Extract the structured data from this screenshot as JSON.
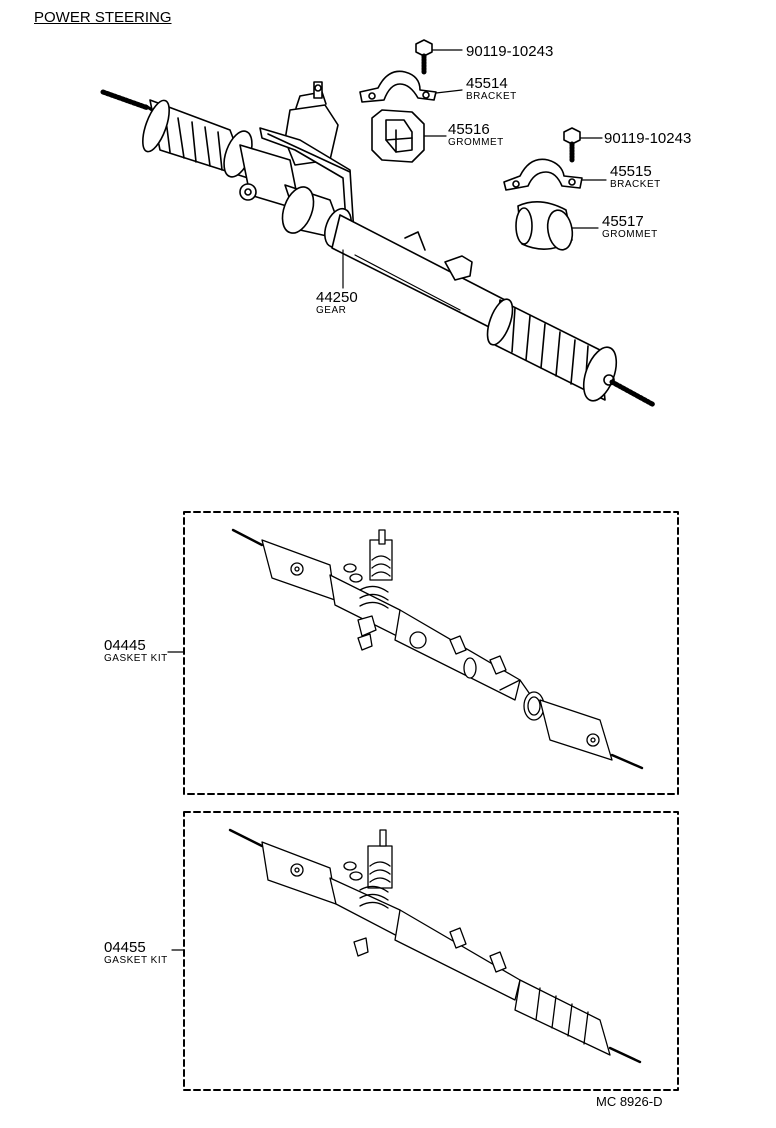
{
  "title": "POWER STEERING",
  "parts": [
    {
      "number": "90119-10243",
      "name": ""
    },
    {
      "number": "45514",
      "name": "BRACKET"
    },
    {
      "number": "45516",
      "name": "GROMMET"
    },
    {
      "number": "90119-10243",
      "name": ""
    },
    {
      "number": "45515",
      "name": "BRACKET"
    },
    {
      "number": "45517",
      "name": "GROMMET"
    },
    {
      "number": "44250",
      "name": "GEAR"
    }
  ],
  "kits": [
    {
      "number": "04445",
      "name": "GASKET KIT"
    },
    {
      "number": "04455",
      "name": "GASKET KIT"
    }
  ],
  "drawing_code": "MC 8926-D"
}
